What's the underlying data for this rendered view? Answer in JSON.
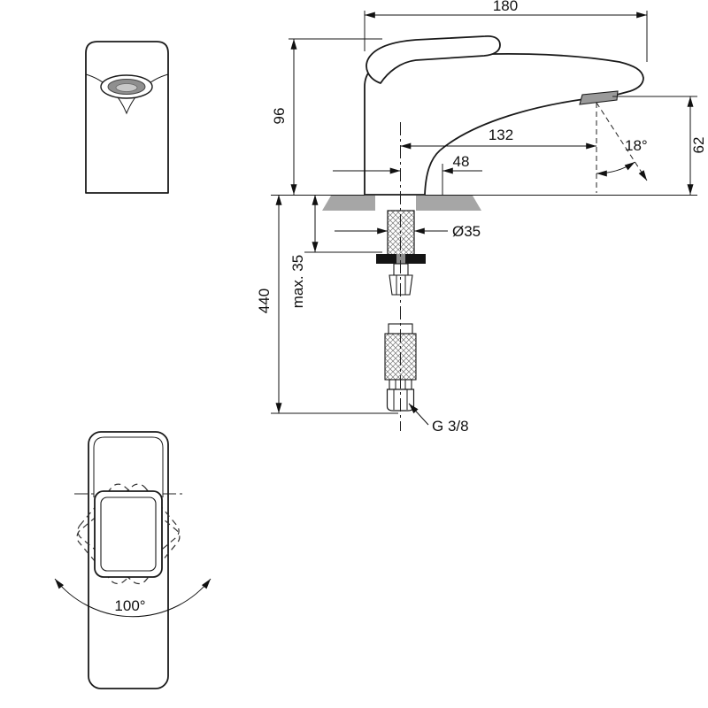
{
  "labels": {
    "dim180": "180",
    "dim96": "96",
    "dim132": "132",
    "dim48": "48",
    "dim62": "62",
    "angle18": "18°",
    "dia35": "Ø35",
    "max35": "max. 35",
    "dim440": "440",
    "thread": "G 3/8",
    "swivel": "100°"
  },
  "colors": {
    "line": "#1a1a1a",
    "deck_gray": "#a6a6a6",
    "aperture_gray": "#8f8f8f"
  }
}
